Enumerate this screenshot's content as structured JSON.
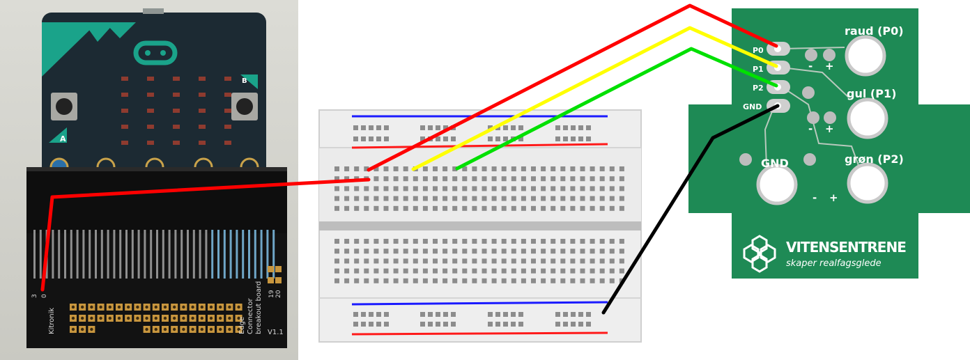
{
  "microbit": {
    "button_a_label": "A",
    "button_b_label": "B",
    "breakout_brand": "Kitronik",
    "breakout_title_line1": "Edge",
    "breakout_title_line2": "Connector",
    "breakout_title_line3": "breakout board",
    "breakout_version": "V1.1",
    "breakout_pin_19": "19",
    "breakout_pin_20": "20",
    "breakout_pin_3": "3",
    "breakout_pin_0": "0"
  },
  "pcb": {
    "pad_p0_label": "P0",
    "pad_p1_label": "P1",
    "pad_p2_label": "P2",
    "pad_gnd_label": "GND",
    "button_raud_label": "raud (P0)",
    "button_gul_label": "gul (P1)",
    "button_gron_label": "grøn (P2)",
    "button_gnd_label": "GND",
    "minus_sign": "-",
    "plus_sign": "+",
    "brand_name": "VITENSENTRENE",
    "brand_slogan": "skaper realfagsglede"
  },
  "colors": {
    "pcb_green": "#1e8a55",
    "wire_p0": "#ff0000",
    "wire_p1": "#ffff00",
    "wire_p2": "#00e000",
    "wire_gnd": "#000000",
    "rail_blue": "#1a1aff",
    "rail_red": "#ff1a1a",
    "microbit_board": "#1c2a33",
    "accent_teal": "#1aa38a"
  }
}
